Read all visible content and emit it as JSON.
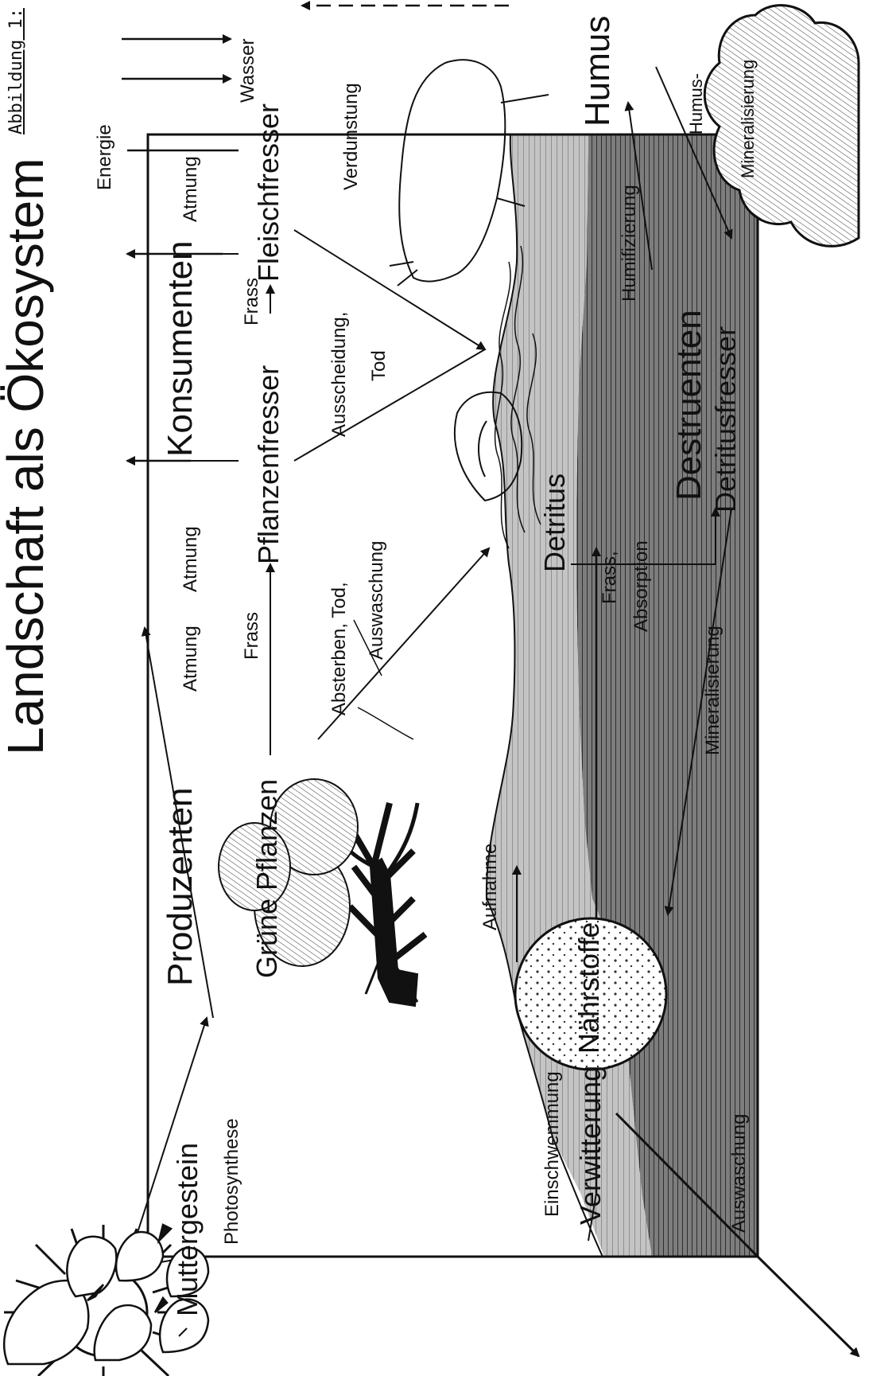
{
  "figure": {
    "caption": "Abbildung 1:",
    "title": "Landschaft als Ökosystem"
  },
  "labels": {
    "energie": "Energie",
    "muttergestein": "Muttergestein",
    "photosynthese": "Photosynthese",
    "produzenten": "Produzenten",
    "gruene_pflanzen": "Grüne Pflanzen",
    "atmung_1": "Atmung",
    "atmung_2": "Atmung",
    "atmung_3": "Atmung",
    "frass_1": "Frass",
    "frass_2": "Frass",
    "konsumenten": "Konsumenten",
    "pflanzenfresser": "Pflanzenfresser",
    "fleischfresser": "Fleischfresser",
    "wasser": "Wasser",
    "verdunstung": "Verdunstung",
    "absterben_tod": "Absterben, Tod,",
    "auswaschung_1": "Auswaschung",
    "ausscheidung": "Ausscheidung,",
    "tod": "Tod",
    "aufnahme": "Aufnahme",
    "detritus": "Detritus",
    "frass_absorption_1": "Frass,",
    "frass_absorption_2": "Absorption",
    "humus": "Humus",
    "humifizierung": "Humifizierung",
    "humus_mineral_1": "Humus-",
    "humus_mineral_2": "Mineralisierung",
    "destruenten": "Destruenten",
    "detritusfresser": "Detritusfresser",
    "mineralisierung": "Mineralisierung",
    "naehrstoffe": "Nährstoffe",
    "einschwemmung": "Einschwemmung",
    "verwitterung": "Verwitterung",
    "auswaschung_2": "Auswaschung"
  },
  "colors": {
    "ink": "#111111",
    "soil_dark": "#6f6f6f",
    "soil_light": "#b9b9b9",
    "paper": "#ffffff"
  }
}
